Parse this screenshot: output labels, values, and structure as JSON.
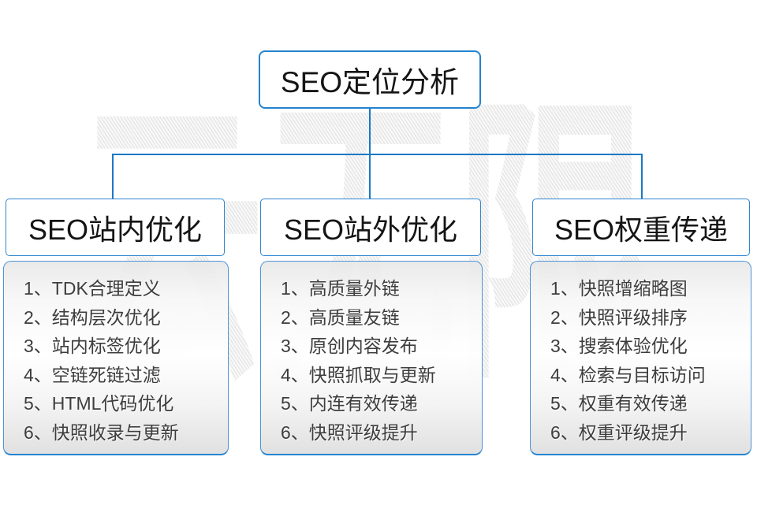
{
  "page": {
    "background": "#ffffff",
    "accent_blue": "#1b79c6",
    "watermark_text": "云无限"
  },
  "root": {
    "title": "SEO定位分析"
  },
  "columns": [
    {
      "title": "SEO站内优化",
      "items": [
        "1、TDK合理定义",
        "2、结构层次优化",
        "3、站内标签优化",
        "4、空链死链过滤",
        "5、HTML代码优化",
        "6、快照收录与更新"
      ]
    },
    {
      "title": "SEO站外优化",
      "items": [
        "1、高质量外链",
        "2、高质量友链",
        "3、原创内容发布",
        "4、快照抓取与更新",
        "5、内连有效传递",
        "6、快照评级提升"
      ]
    },
    {
      "title": "SEO权重传递",
      "items": [
        "1、快照增缩略图",
        "2、快照评级排序",
        "3、搜索体验优化",
        "4、检索与目标访问",
        "5、权重有效传递",
        "6、权重评级提升"
      ]
    }
  ]
}
